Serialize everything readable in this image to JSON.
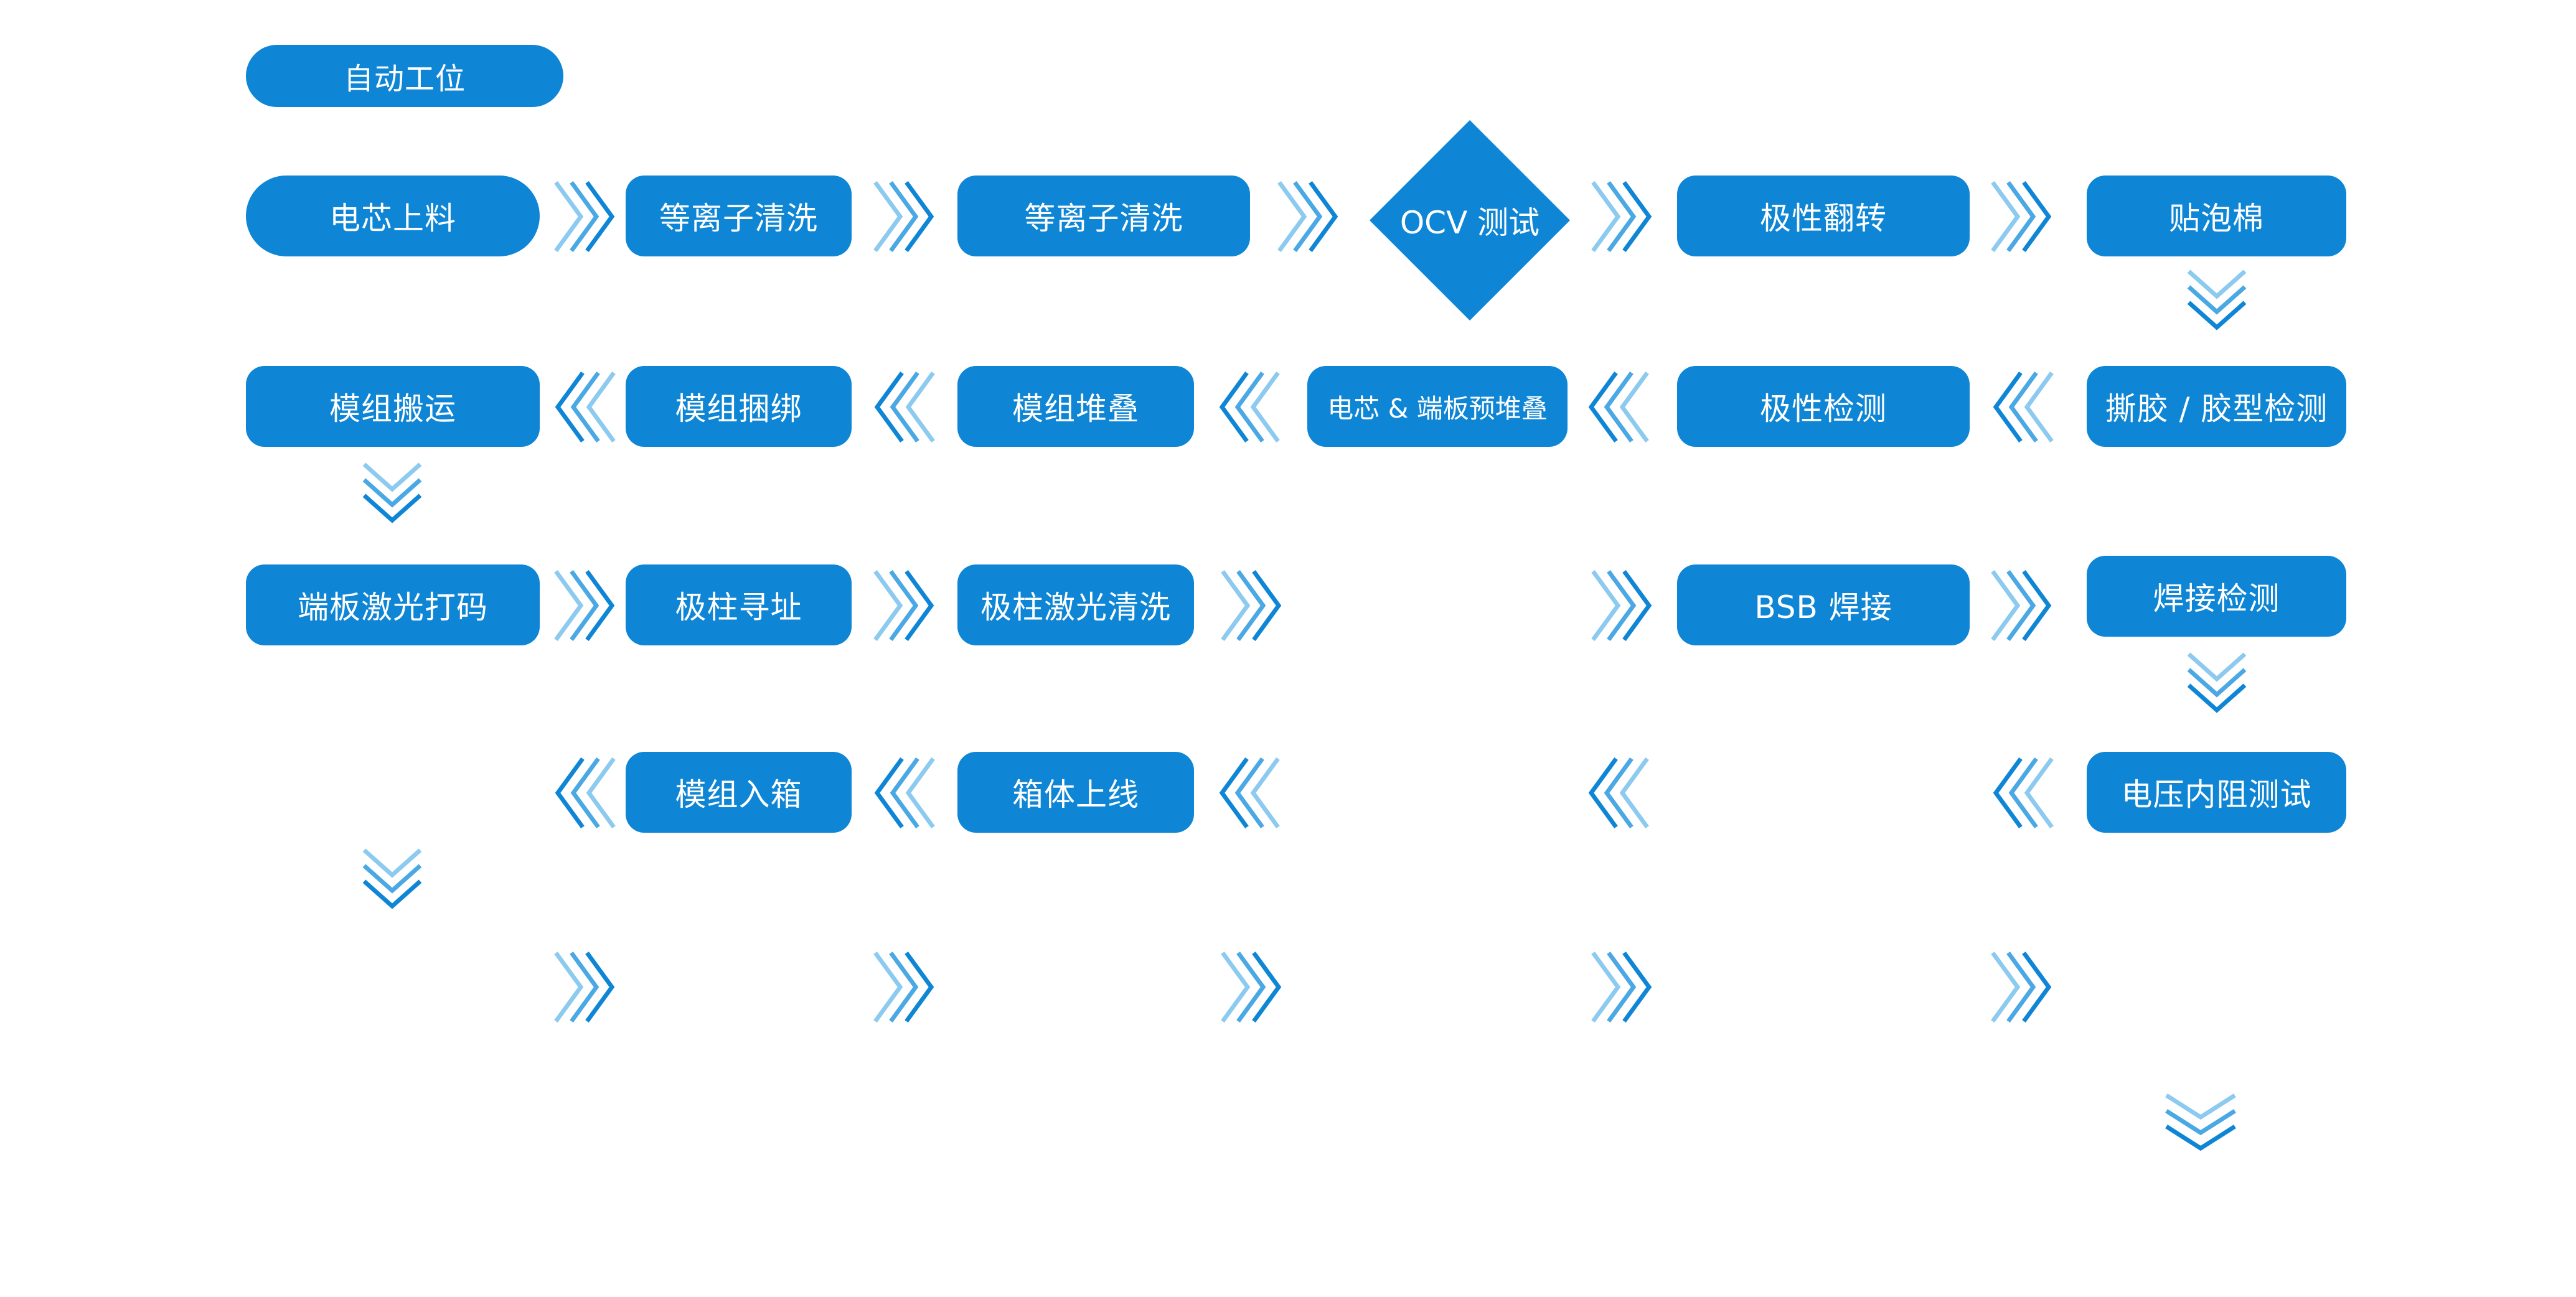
{
  "colors": {
    "primary": "#0f86d5",
    "arrow_dark": "#0f86d5",
    "arrow_light": "#8ccaf0",
    "text": "#ffffff"
  },
  "title": "自动工位",
  "nodes": {
    "cell_loading": "电芯上料",
    "plasma_clean_1": "等离子清洗",
    "plasma_clean_2": "等离子清洗",
    "ocv_test": "OCV 测试",
    "polarity_flip": "极性翻转",
    "foam_attach": "贴泡棉",
    "film_tear": "撕胶 / 胶型检测",
    "polarity_check": "极性检测",
    "cell_endplate_prestack": "电芯 & 端板预堆叠",
    "module_stack": "模组堆叠",
    "module_bind": "模组捆绑",
    "module_transport": "模组搬运",
    "endplate_laser_mark": "端板激光打码",
    "pole_locate": "极柱寻址",
    "pole_laser_clean": "极柱激光清洗",
    "bsb_weld": "BSB 焊接",
    "weld_check": "焊接检测",
    "voltage_resistance_test": "电压内阻测试",
    "box_online": "箱体上线",
    "module_boxing": "模组入箱"
  },
  "icons": {
    "arrow": "chevron-triple-arrow-icon"
  }
}
